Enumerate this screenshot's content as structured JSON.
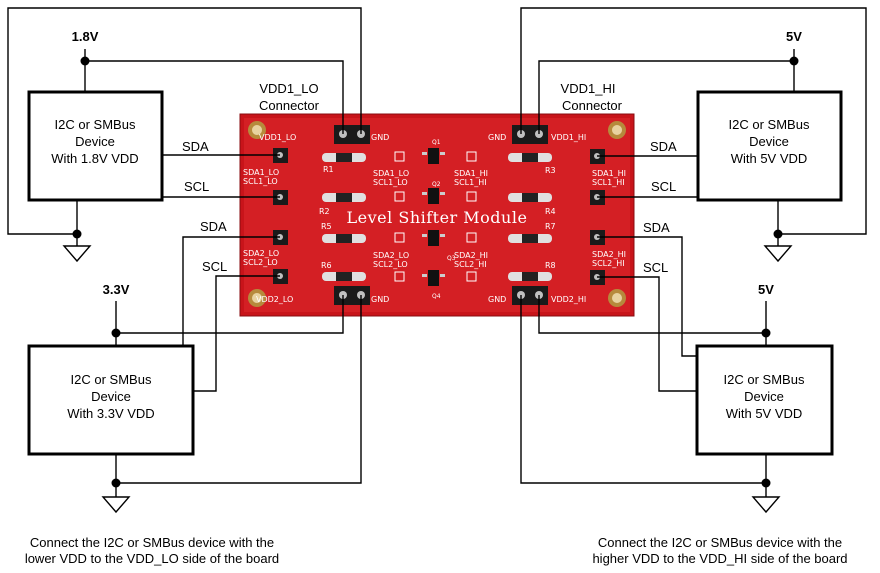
{
  "devices": {
    "top_left": {
      "line1": "I2C or SMBus",
      "line2": "Device",
      "line3": "With 1.8V VDD"
    },
    "bottom_left": {
      "line1": "I2C or SMBus",
      "line2": "Device",
      "line3": "With 3.3V VDD"
    },
    "top_right": {
      "line1": "I2C or SMBus",
      "line2": "Device",
      "line3": "With 5V VDD"
    },
    "bottom_right": {
      "line1": "I2C or SMBus",
      "line2": "Device",
      "line3": "With 5V VDD"
    }
  },
  "voltages": {
    "top_left": "1.8V",
    "bottom_left": "3.3V",
    "top_right": "5V",
    "bottom_right": "5V"
  },
  "signals": {
    "sda": "SDA",
    "scl": "SCL"
  },
  "connectors": {
    "lo": {
      "line1": "VDD1_LO",
      "line2": "Connector"
    },
    "hi": {
      "line1": "VDD1_HI",
      "line2": "Connector"
    }
  },
  "board": {
    "title": "Level Shifter Module",
    "vdd1_lo": "VDD1_LO",
    "gnd": "GND",
    "vdd1_hi": "VDD1_HI",
    "vdd2_lo": "VDD2_LO",
    "vdd2_hi": "VDD2_HI",
    "sda1_lo": "SDA1_LO",
    "scl1_lo": "SCL1_LO",
    "sda2_lo": "SDA2_LO",
    "scl2_lo": "SCL2_LO",
    "sda1_hi": "SDA1_HI",
    "scl1_hi": "SCL1_HI",
    "sda2_hi": "SDA2_HI",
    "scl2_hi": "SCL2_HI",
    "r1": "R1",
    "r2": "R2",
    "r3": "R3",
    "r4": "R4",
    "r5": "R5",
    "r6": "R6",
    "r7": "R7",
    "r8": "R8",
    "q1": "Q1",
    "q2": "Q2",
    "q3": "Q3",
    "q4": "Q4"
  },
  "captions": {
    "left_line1": "Connect the I2C or SMBus device with the",
    "left_line2": "lower VDD to the VDD_LO side of the board",
    "right_line1": "Connect the I2C or SMBus device with the",
    "right_line2": "higher VDD to the VDD_HI side of the board"
  }
}
